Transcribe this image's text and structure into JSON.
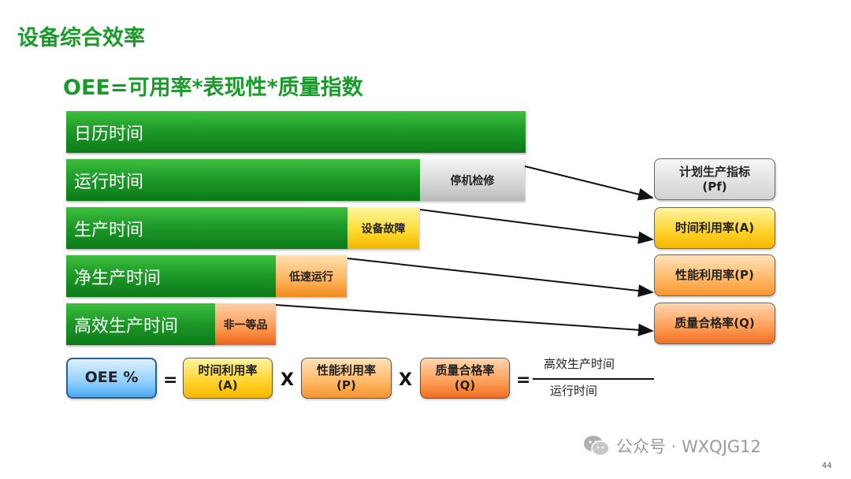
{
  "header": {
    "title": "设备综合效率",
    "formula": "OEE=可用率*表现性*质量指数"
  },
  "bars": [
    {
      "label": "日历时间"
    },
    {
      "label": "运行时间"
    },
    {
      "label": "生产时间"
    },
    {
      "label": "净生产时间"
    },
    {
      "label": "高效生产时间"
    }
  ],
  "losses": [
    {
      "label": "停机检修"
    },
    {
      "label": "设备故障"
    },
    {
      "label": "低速运行"
    },
    {
      "label": "非一等品"
    }
  ],
  "indicators": [
    {
      "line1": "计划生产指标",
      "line2": "(Pf)"
    },
    {
      "line1": "时间利用率(A)",
      "line2": ""
    },
    {
      "line1": "性能利用率(P)",
      "line2": ""
    },
    {
      "line1": "质量合格率(Q)",
      "line2": ""
    }
  ],
  "equation": {
    "lhs": "OEE %",
    "equals": "=",
    "times": "X",
    "factors": [
      {
        "line1": "时间利用率",
        "line2": "(A)"
      },
      {
        "line1": "性能利用率",
        "line2": "(P)"
      },
      {
        "line1": "质量合格率",
        "line2": "(Q)"
      }
    ],
    "numerator": "高效生产时间",
    "denominator": "运行时间"
  },
  "watermark": "公众号 · WXQJG12",
  "page_number": "44",
  "colors": {
    "title_green": "#1a9a2a",
    "bar_green": "#1f9a2a",
    "oee_blue": "#8fd0ff"
  }
}
